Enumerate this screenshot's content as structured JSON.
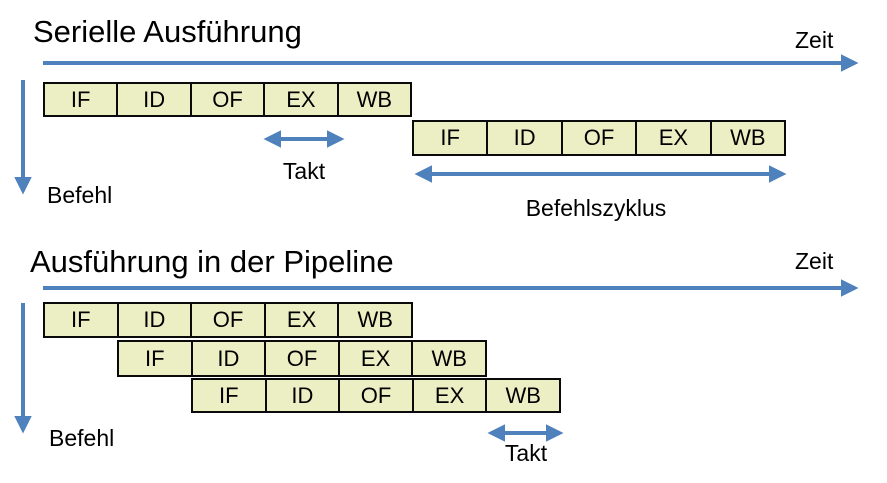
{
  "colors": {
    "accent_blue": "#4F81BD",
    "box_fill": "#ECEFC4",
    "box_border": "#0A0A0A",
    "text": "#000000",
    "background": "#FFFFFF"
  },
  "serial": {
    "title": "Serielle Ausführung",
    "zeit_label": "Zeit",
    "befehl_label": "Befehl",
    "takt_label": "Takt",
    "befehlszyklus_label": "Befehlszyklus",
    "rows": [
      {
        "name": "instruction-1",
        "stages": [
          "IF",
          "ID",
          "OF",
          "EX",
          "WB"
        ]
      },
      {
        "name": "instruction-2",
        "stages": [
          "IF",
          "ID",
          "OF",
          "EX",
          "WB"
        ]
      }
    ]
  },
  "pipeline": {
    "title": "Ausführung in der Pipeline",
    "zeit_label": "Zeit",
    "befehl_label": "Befehl",
    "takt_label": "Takt",
    "rows": [
      {
        "name": "instruction-1",
        "stages": [
          "IF",
          "ID",
          "OF",
          "EX",
          "WB"
        ]
      },
      {
        "name": "instruction-2",
        "stages": [
          "IF",
          "ID",
          "OF",
          "EX",
          "WB"
        ]
      },
      {
        "name": "instruction-3",
        "stages": [
          "IF",
          "ID",
          "OF",
          "EX",
          "WB"
        ]
      }
    ]
  }
}
